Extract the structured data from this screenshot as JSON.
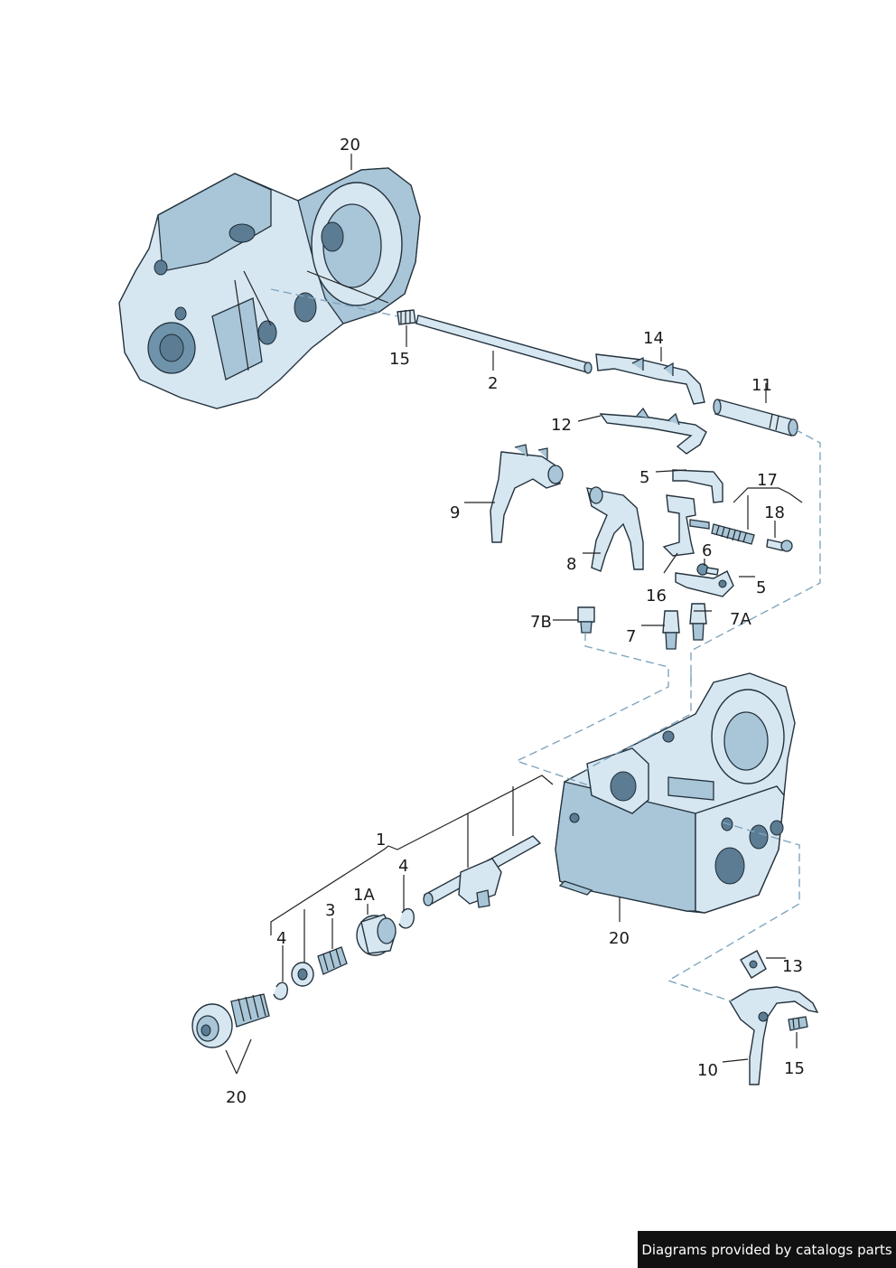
{
  "callouts": {
    "c20_top": "20",
    "c15_top": "15",
    "c2": "2",
    "c14": "14",
    "c11": "11",
    "c12": "12",
    "c5_top": "5",
    "c17": "17",
    "c18": "18",
    "c9": "9",
    "c6": "6",
    "c8": "8",
    "c16": "16",
    "c5_bottom": "5",
    "c7B": "7B",
    "c7A": "7A",
    "c7": "7",
    "c1": "1",
    "c4_right": "4",
    "c1A": "1A",
    "c3": "3",
    "c4_left": "4",
    "c20_mid": "20",
    "c13": "13",
    "c10": "10",
    "c15_bottom": "15",
    "c20_bottom": "20"
  },
  "footer": {
    "text": "Diagrams provided by catalogs parts"
  },
  "colors": {
    "part_fill": "#d7e7f1",
    "part_shade": "#a9c6d8",
    "part_dark": "#6f93ab",
    "dash": "#7fa6bf",
    "footer_bg": "#111111"
  }
}
